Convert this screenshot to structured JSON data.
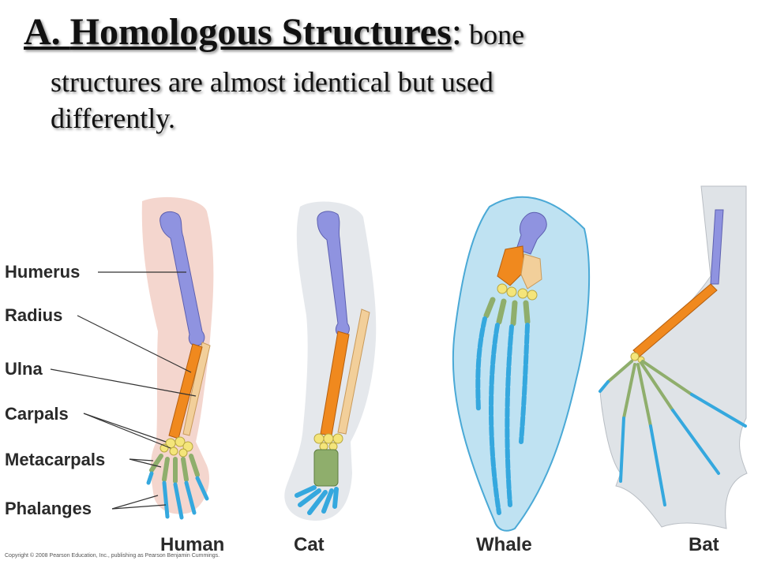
{
  "slide": {
    "title_prefix": "A. ",
    "title_main": "Homologous Structures",
    "title_colon": ":",
    "title_rest": " bone",
    "title_line2": "structures are almost identical but used",
    "title_line3": "differently."
  },
  "bone_labels": [
    "Humerus",
    "Radius",
    "Ulna",
    "Carpals",
    "Metacarpals",
    "Phalanges"
  ],
  "animals": [
    "Human",
    "Cat",
    "Whale",
    "Bat"
  ],
  "copyright": "Copyright © 2008 Pearson Education, Inc., publishing as Pearson Benjamin Cummings.",
  "colors": {
    "humerus": "#8f93e0",
    "radius": "#f0891e",
    "ulna": "#f2cf9a",
    "carpals": "#f4e57a",
    "metacarpals": "#8fae6c",
    "phalanges": "#35a8de",
    "human_skin": "#f2cfc5",
    "cat_fur": "#e2e6ea",
    "whale_flipper": "#bfe2f2",
    "bat_wing": "#dfe3e7"
  }
}
